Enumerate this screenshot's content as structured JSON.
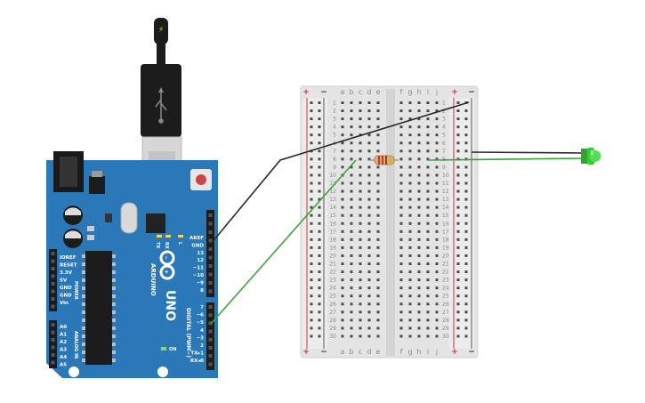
{
  "breadboard": {
    "columns_left": [
      "a",
      "b",
      "c",
      "d",
      "e"
    ],
    "columns_right": [
      "f",
      "g",
      "h",
      "i",
      "j"
    ],
    "rows": 30,
    "rail_plus": "+",
    "rail_minus": "−"
  },
  "arduino": {
    "brand": "ARDUINO",
    "model": "UNO",
    "digital_label": "DIGITAL (PWM~)",
    "power_label": "POWER",
    "analog_label": "ANALOG IN",
    "on_label": "ON",
    "tx_label": "TX",
    "rx_label": "RX",
    "l_label": "L",
    "top_pins": [
      "AREF",
      "GND",
      "13",
      "12",
      "~11",
      "~10",
      "~9",
      "8"
    ],
    "bottom_pins": [
      "7",
      "~6",
      "~5",
      "4",
      "~3",
      "2",
      "TX▸1",
      "RX◂0"
    ],
    "power_pins": [
      "IOREF",
      "RESET",
      "3.3V",
      "5V",
      "GND",
      "GND",
      "Vin"
    ],
    "analog_pins": [
      "A0",
      "A1",
      "A2",
      "A3",
      "A4",
      "A5"
    ]
  },
  "colors": {
    "board_blue": "#2b78b8",
    "breadboard": "#e6e6e6",
    "rail_red": "#cc3333",
    "wire_green": "#3aa33a",
    "wire_black": "#2a2a2a",
    "led_green": "#33cc33"
  },
  "icons": {
    "usb_plug": "usb-icon",
    "power_plug": "lightning-icon"
  }
}
